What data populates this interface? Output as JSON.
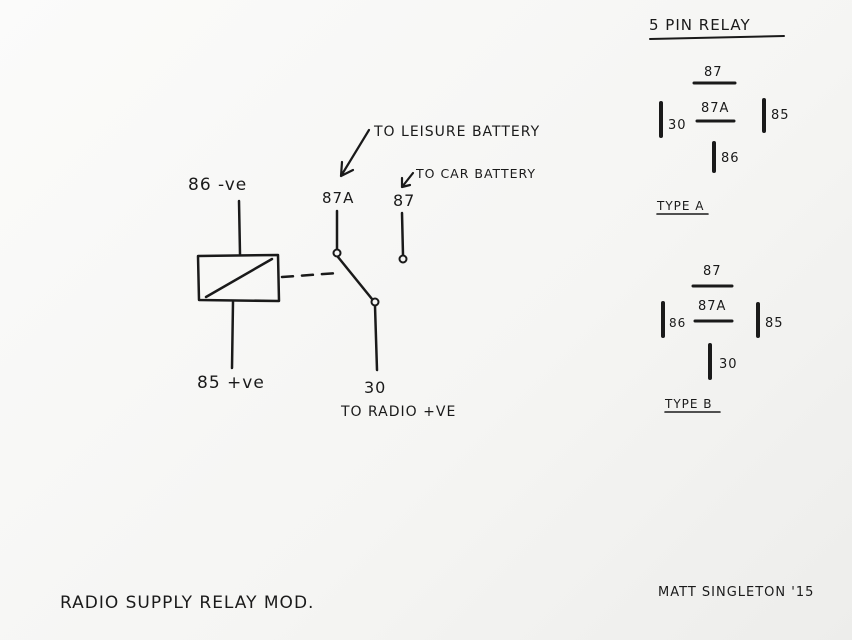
{
  "diagram": {
    "title": "RADIO SUPPLY RELAY MOD.",
    "signature": "MATT SINGLETON '15",
    "coil_top_label": "86 -ve",
    "coil_bottom_label": "85 +ve",
    "contact_nc_label": "87A",
    "contact_no_label": "87",
    "common_label": "30",
    "to_leisure_battery": "TO LEISURE BATTERY",
    "to_car_battery": "TO CAR BATTERY",
    "to_radio": "TO RADIO +VE"
  },
  "pinout": {
    "heading": "5 PIN RELAY",
    "type_a": {
      "label": "TYPE A",
      "top": "87",
      "center": "87A",
      "left": "30",
      "right": "85",
      "bottom": "86"
    },
    "type_b": {
      "label": "TYPE B",
      "top": "87",
      "center": "87A",
      "left": "86",
      "right": "85",
      "bottom": "30"
    }
  }
}
